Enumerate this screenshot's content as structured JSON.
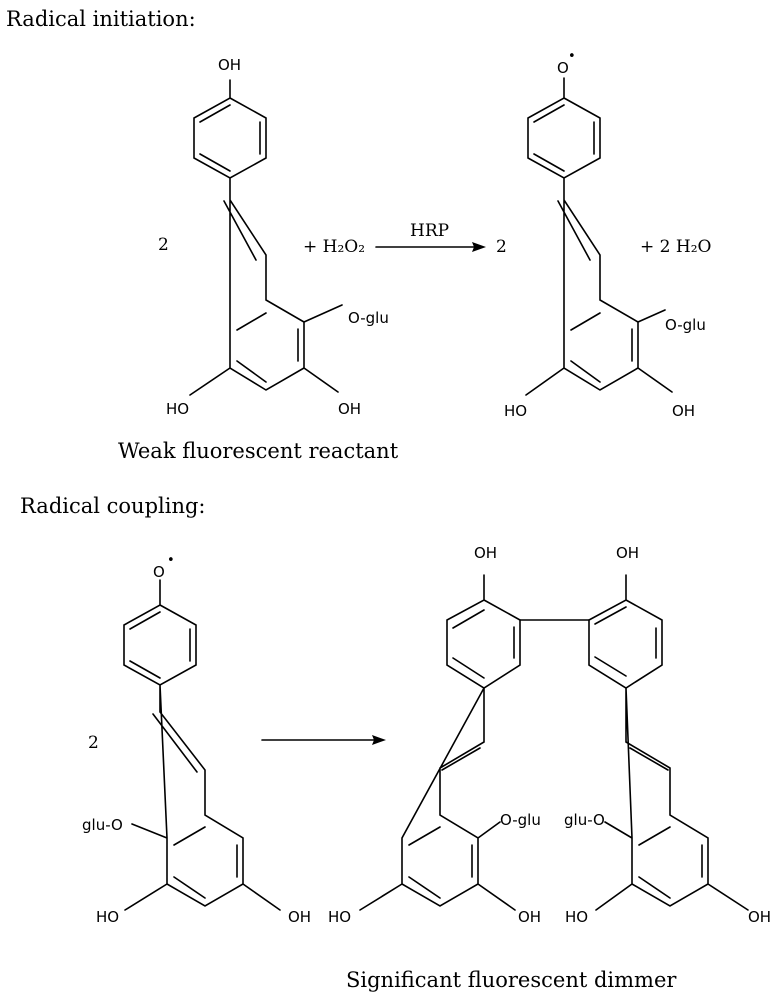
{
  "sections": {
    "initiation_title": "Radical initiation:",
    "coupling_title": "Radical coupling:"
  },
  "initiation": {
    "coefficient_left": "2",
    "plus_h2o2": "+ H₂O₂",
    "catalyst": "HRP",
    "coefficient_right": "2",
    "plus_water": "+ 2 H₂O",
    "reactant_caption": "Weak fluorescent reactant"
  },
  "coupling": {
    "coefficient": "2",
    "product_caption": "Significant fluorescent dimmer"
  },
  "atom_labels": {
    "hydroxyl": "OH",
    "hydroxyl_left": "HO",
    "o_glu": "O-glu",
    "glu_o": "glu-O",
    "radical_oxygen": "O",
    "radical_dot": "•"
  }
}
